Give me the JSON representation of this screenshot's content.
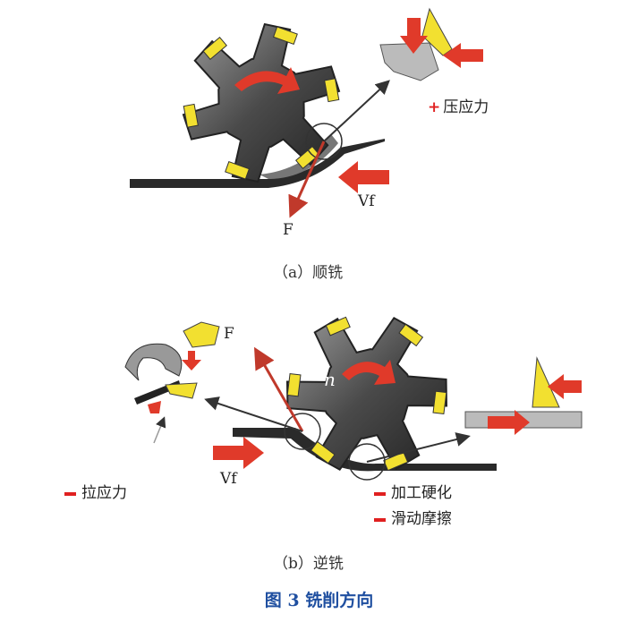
{
  "panel_a": {
    "stress_label": "压应力",
    "stress_sign": "+",
    "feed_label": "Vf",
    "force_label": "F",
    "caption": "（a）顺铣"
  },
  "panel_b": {
    "force_label": "F",
    "stress_label": "拉应力",
    "feed_label": "Vf",
    "effect_1": "加工硬化",
    "effect_2": "滑动摩擦",
    "rotation_label": "n",
    "caption": "（b）逆铣"
  },
  "figure_caption": "图 3  铣削方向",
  "colors": {
    "tooth": "#f2e030",
    "arrow": "#e03a2a",
    "gear": "#555555",
    "caption": "#1f4fa0"
  }
}
